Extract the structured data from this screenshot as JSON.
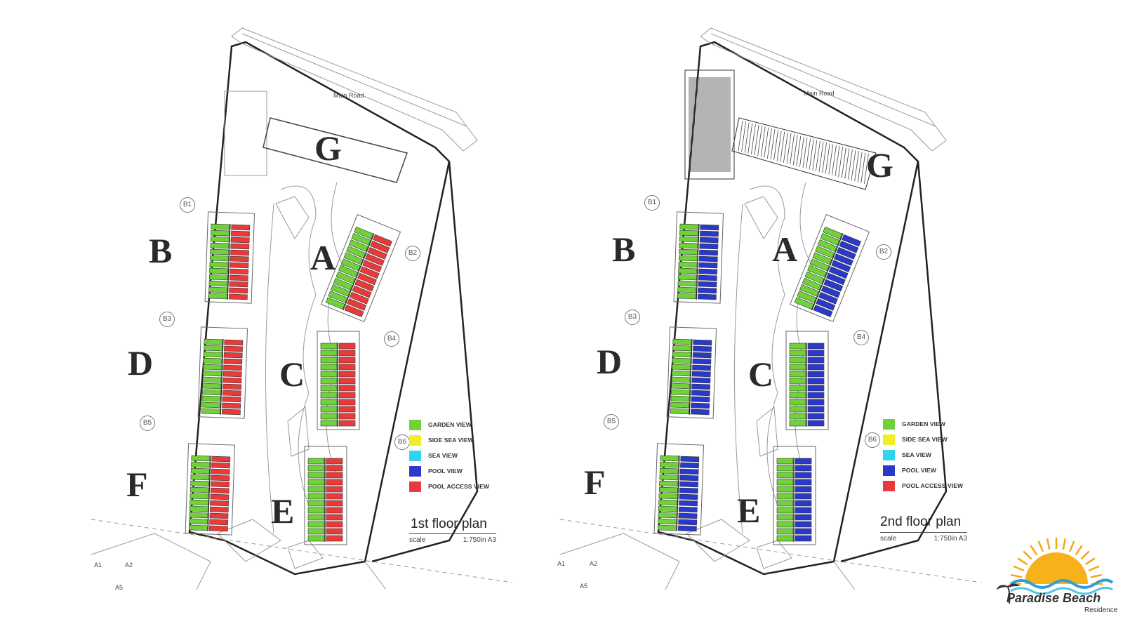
{
  "plans": [
    {
      "title": "1st floor plan",
      "scale_label": "scale",
      "scale_value": "1:750in A3",
      "road_label": "Main Road",
      "blocks": {
        "A": "A",
        "B": "B",
        "C": "C",
        "D": "D",
        "E": "E",
        "F": "F",
        "G": "G"
      },
      "building_numbers": [
        "B1",
        "B2",
        "B3",
        "B4",
        "B5",
        "B6"
      ],
      "plot_labels": [
        "A1",
        "A2",
        "A5"
      ],
      "unit_colors": {
        "outer": "#6fd238",
        "inner": "#e83a3a"
      }
    },
    {
      "title": "2nd floor plan",
      "scale_label": "scale",
      "scale_value": "1:750in A3",
      "road_label": "Main Road",
      "blocks": {
        "A": "A",
        "B": "B",
        "C": "C",
        "D": "D",
        "E": "E",
        "F": "F",
        "G": "G"
      },
      "building_numbers": [
        "B1",
        "B2",
        "B3",
        "B4",
        "B5",
        "B6"
      ],
      "plot_labels": [
        "A1",
        "A2",
        "A5"
      ],
      "unit_colors": {
        "outer": "#6fd238",
        "inner": "#2b39c9"
      }
    }
  ],
  "legend": [
    {
      "label": "GARDEN VIEW",
      "color": "#6fd238"
    },
    {
      "label": "SIDE SEA VIEW",
      "color": "#f2ee24"
    },
    {
      "label": "SEA VIEW",
      "color": "#33d2f0"
    },
    {
      "label": "POOL VIEW",
      "color": "#2b39c9"
    },
    {
      "label": "POOL ACCESS VIEW",
      "color": "#e83a3a"
    }
  ],
  "logo": {
    "name": "Paradise Beach",
    "sub": "Residence",
    "icon": "sun-waves-palm-logo"
  }
}
